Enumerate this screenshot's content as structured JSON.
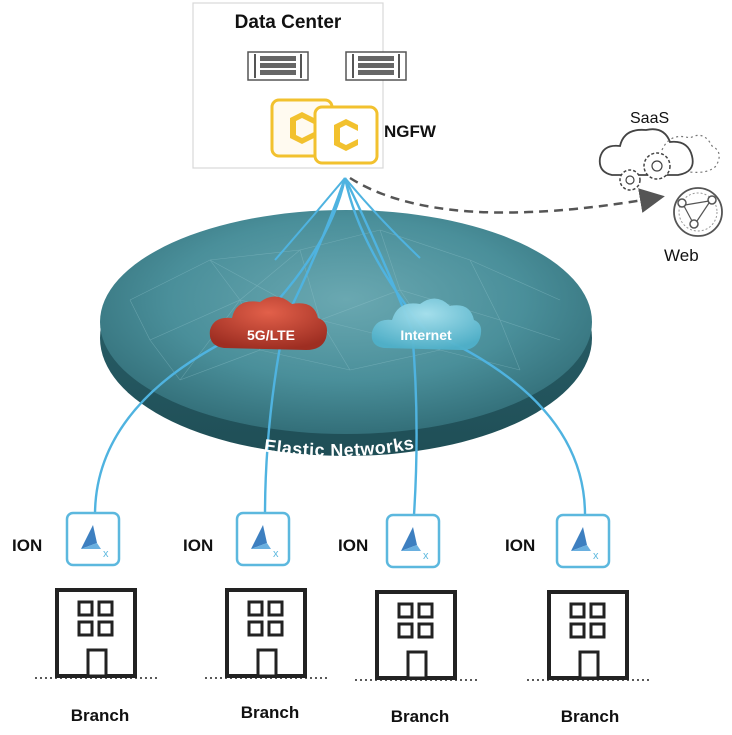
{
  "data_center": {
    "title": "Data Center",
    "firewall_label": "NGFW"
  },
  "saas_label": "SaaS",
  "web_label": "Web",
  "network": {
    "label": "Elastic Networks",
    "links": [
      "5G/LTE",
      "Internet"
    ]
  },
  "branches": [
    {
      "device": "ION",
      "site": "Branch"
    },
    {
      "device": "ION",
      "site": "Branch"
    },
    {
      "device": "ION",
      "site": "Branch"
    },
    {
      "device": "ION",
      "site": "Branch"
    }
  ],
  "colors": {
    "disc": "#3f7d88",
    "link": "#4fb3e0",
    "accent": "#f2c12e",
    "lte": "#b5392b",
    "internet": "#6cc4dc"
  }
}
